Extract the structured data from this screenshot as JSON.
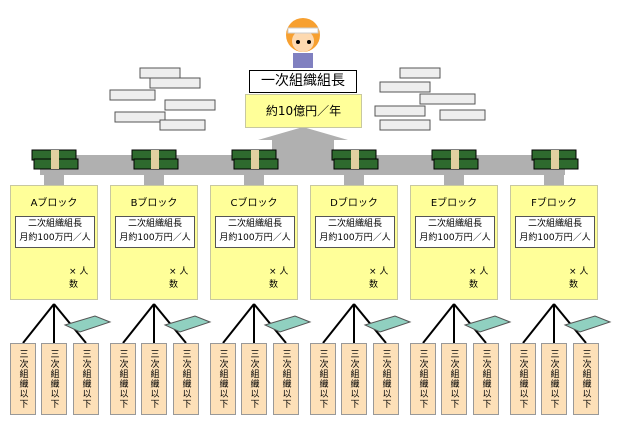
{
  "top": {
    "title": "一次組織組長",
    "salary": "約10億円／年"
  },
  "blocks": [
    {
      "name": "Aブロック",
      "role": "二次組織組長",
      "pay": "月約100万円／人",
      "mult": "× 人数"
    },
    {
      "name": "Bブロック",
      "role": "二次組織組長",
      "pay": "月約100万円／人",
      "mult": "× 人数"
    },
    {
      "name": "Cブロック",
      "role": "二次組織組長",
      "pay": "月約100万円／人",
      "mult": "× 人数"
    },
    {
      "name": "Dブロック",
      "role": "二次組織組長",
      "pay": "月約100万円／人",
      "mult": "× 人数"
    },
    {
      "name": "Eブロック",
      "role": "二次組織組長",
      "pay": "月約100万円／人",
      "mult": "× 人数"
    },
    {
      "name": "Fブロック",
      "role": "二次組織組長",
      "pay": "月約100万円／人",
      "mult": "× 人数"
    }
  ],
  "sub_label": "三次組織以下",
  "colors": {
    "block": "#ffff99",
    "sub": "#fde0b8",
    "flow": "#b0b0b0"
  }
}
